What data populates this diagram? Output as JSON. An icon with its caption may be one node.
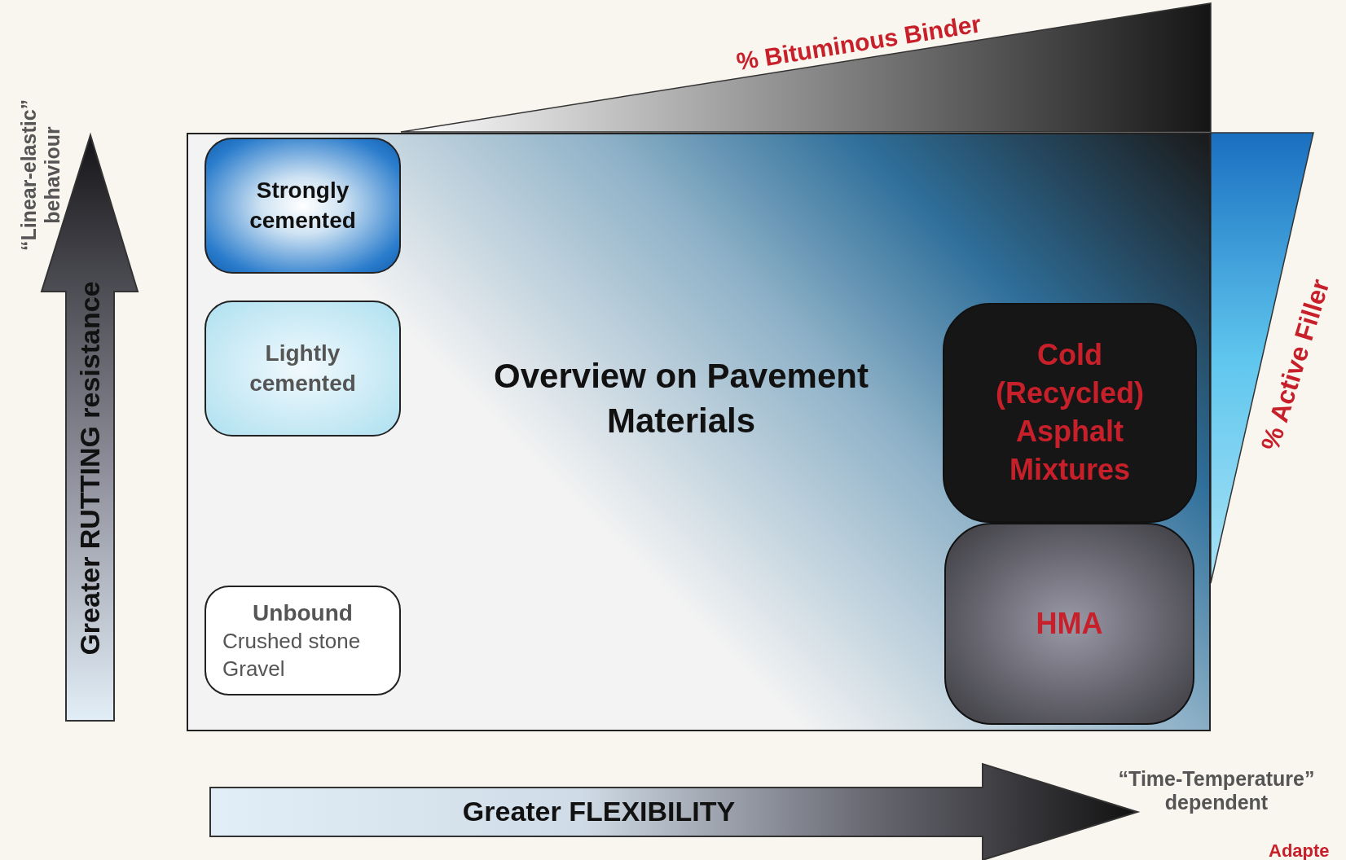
{
  "diagram": {
    "nodes": [
      {
        "text": [
          "Overview on Pavement Materials"
        ]
      },
      {
        "text": [
          "Strongly cemented"
        ],
        "in": 0
      },
      {
        "text": [
          "Lightly cemented"
        ],
        "in": 0
      },
      {
        "text": [
          "Unbound",
          "Crushed stone Gravel"
        ],
        "in": 0
      },
      {
        "text": [
          "Cold (Recycled) Asphalt Mixtures"
        ],
        "in": 0
      },
      {
        "text": [
          "HMA"
        ],
        "in": 0
      },
      {
        "text": [],
        "shape": "triangle"
      },
      {
        "text": [],
        "shape": "triangle"
      }
    ],
    "edges": [],
    "labels": [
      "% Bituminous Binder",
      "% Active Filler",
      "“Linear-elastic” behaviour",
      "Greater RUTTING resistance",
      "Greater FLEXIBILITY",
      "“Time-Temperature” dependent",
      "Adapte"
    ]
  }
}
